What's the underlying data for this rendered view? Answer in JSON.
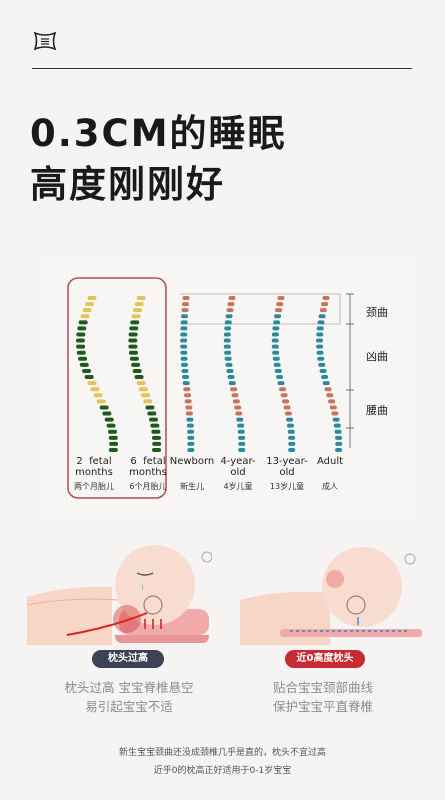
{
  "headline": {
    "line1": "0.3CM的睡眠",
    "line2": "高度刚刚好"
  },
  "spine_chart": {
    "columns": [
      {
        "label": "2  fetal\nmonths",
        "label_zh": "两个月胎儿",
        "highlighted": true
      },
      {
        "label": "6  fetal\nmonths",
        "label_zh": "6个月胎儿",
        "highlighted": true
      },
      {
        "label": "Newborn",
        "label_zh": "新生儿",
        "highlighted": false
      },
      {
        "label": "4-year-\nold",
        "label_zh": "4岁儿童",
        "highlighted": false
      },
      {
        "label": "13-year-\nold",
        "label_zh": "13岁儿童",
        "highlighted": false
      },
      {
        "label": "Adult",
        "label_zh": "成人",
        "highlighted": false
      }
    ],
    "regions": [
      "颈曲",
      "凶曲",
      "腰曲"
    ],
    "colors": {
      "fetal_green": "#1e5a1e",
      "fetal_yellow": "#e3c25a",
      "teal": "#2d8a9c",
      "rose": "#c7735e",
      "highlight_border": "#b34a5c"
    }
  },
  "comparison": {
    "left": {
      "tag": "枕头过高",
      "desc_line1": "枕头过高 宝宝脊椎悬空",
      "desc_line2": "易引起宝宝不适"
    },
    "right": {
      "tag": "近0高度枕头",
      "desc_line1": "贴合宝宝颈部曲线",
      "desc_line2": "保护宝宝平直脊椎"
    }
  },
  "footer": {
    "line1": "新生宝宝颈曲还没成颈椎几乎是直的，枕头不宜过高",
    "line2": "近乎0的枕高正好适用于0-1岁宝宝"
  },
  "colors": {
    "tag_dark": "#3d4257",
    "tag_red": "#c82a33",
    "baby_skin": "#f7dccf",
    "pillow": "#f2a9a9"
  }
}
